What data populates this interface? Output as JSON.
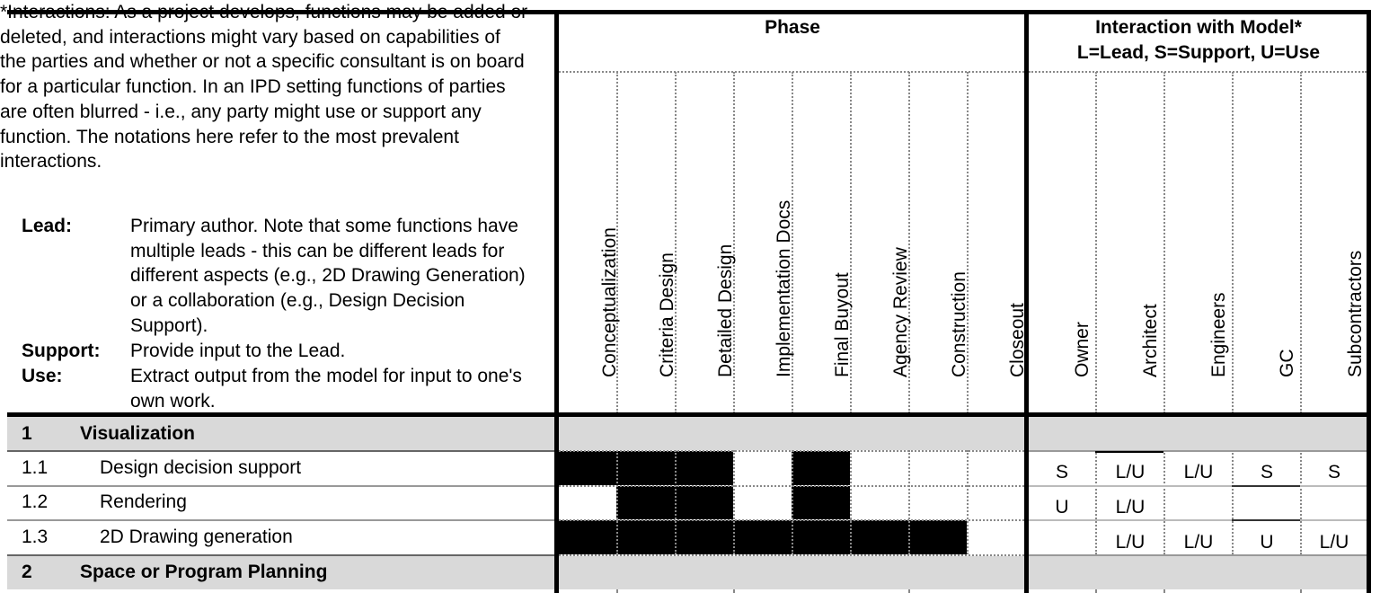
{
  "notes": {
    "intro": "*Interactions:  As a project develops, functions may be added or deleted, and interactions might vary based on capabilities of the parties and whether or not a specific consultant is on board for a particular function. In an IPD setting functions of parties are often blurred - i.e., any party might use or support any function.  The notations here refer to the most prevalent interactions.",
    "definitions": [
      {
        "term": "Lead:",
        "text": "Primary author.  Note that some functions have multiple leads - this can be different leads for different aspects (e.g., 2D Drawing Generation) or a collaboration (e.g., Design Decision Support)."
      },
      {
        "term": "Support:",
        "text": "Provide input to the Lead."
      },
      {
        "term": "Use:",
        "text": "Extract output from the model for input to one's own work."
      }
    ]
  },
  "phase_header": "Phase",
  "interaction_header_line1": "Interaction with Model*",
  "interaction_header_line2": "L=Lead, S=Support, U=Use",
  "phases": [
    "Conceptualization",
    "Criteria Design",
    "Detailed Design",
    "Implementation  Docs",
    "Final Buyout",
    "Agency Review",
    "Construction",
    "Closeout"
  ],
  "parties": [
    "Owner",
    "Architect",
    "Engineers",
    "GC",
    "Subcontractors"
  ],
  "sections": [
    {
      "num": "1",
      "title": "Visualization"
    },
    {
      "num": "2",
      "title": "Space or Program Planning"
    }
  ],
  "rows": [
    {
      "num": "1.1",
      "label": "Design decision support",
      "phases": [
        1,
        1,
        1,
        0,
        1,
        0,
        0,
        0
      ],
      "interactions": [
        "S",
        "L/U",
        "L/U",
        "S",
        "S"
      ]
    },
    {
      "num": "1.2",
      "label": "Rendering",
      "phases": [
        0,
        1,
        1,
        0,
        1,
        0,
        0,
        0
      ],
      "interactions": [
        "U",
        "L/U",
        "",
        "",
        ""
      ]
    },
    {
      "num": "1.3",
      "label": "2D Drawing generation",
      "phases": [
        1,
        1,
        1,
        1,
        1,
        1,
        1,
        0
      ],
      "interactions": [
        "",
        "L/U",
        "L/U",
        "U",
        "L/U"
      ]
    }
  ]
}
